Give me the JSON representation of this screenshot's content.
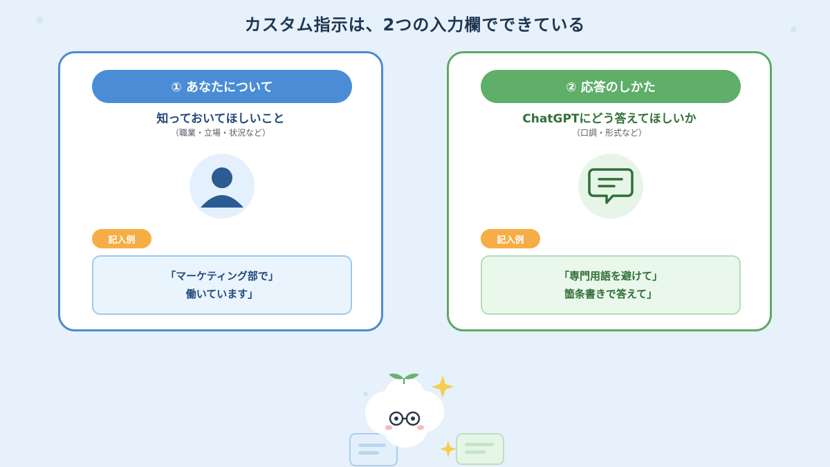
{
  "title": "カスタム指示は、2つの入力欄でできている",
  "colors": {
    "background": "#e6f1fb",
    "blue_accent": "#4a8dd6",
    "green_accent": "#5fae69",
    "tag_orange": "#f7ad45"
  },
  "cards": [
    {
      "label": "① あなたについて",
      "heading": "知っておいてほしいこと",
      "sub": "（職業・立場・状況など）",
      "icon": "person-icon",
      "tag": "記入例",
      "example_lines": [
        "「マーケティング部で」",
        "働いています」"
      ]
    },
    {
      "label": "② 応答のしかた",
      "heading": "ChatGPTにどう答えてほしいか",
      "sub": "（口調・形式など）",
      "icon": "chat-bubble-icon",
      "tag": "記入例",
      "example_lines": [
        "「専門用語を避けて」",
        "箇条書きで答えて」"
      ]
    }
  ],
  "decorations": [
    "cloud-mascot-icon",
    "sparkle-icon",
    "note-card-icon"
  ]
}
